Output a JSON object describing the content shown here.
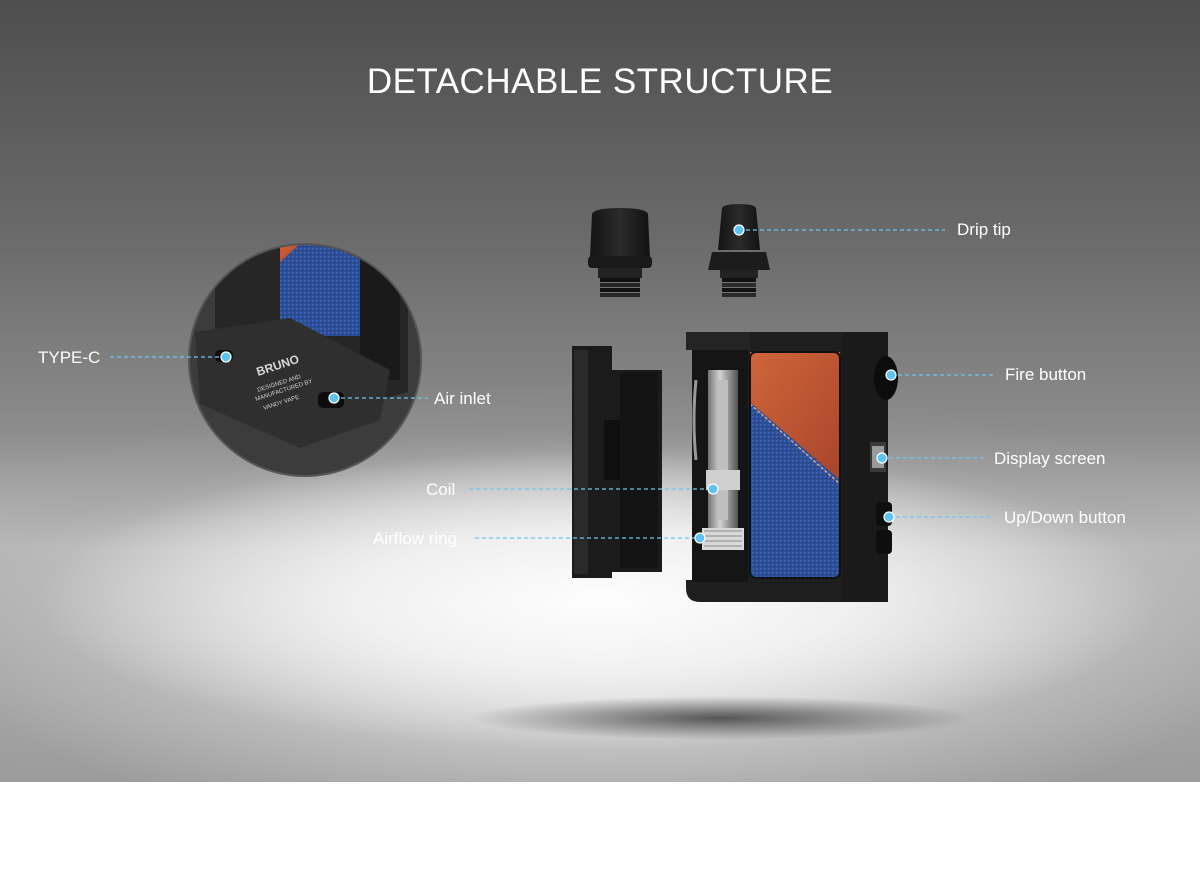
{
  "title": "DETACHABLE STRUCTURE",
  "callouts": {
    "drip_tip": "Drip tip",
    "fire_button": "Fire button",
    "display_screen": "Display screen",
    "up_down_button": "Up/Down button",
    "type_c": "TYPE-C",
    "air_inlet": "Air inlet",
    "coil": "Coil",
    "airflow_ring": "Airflow ring"
  },
  "bottom_marking": {
    "brand": "BRUNO",
    "line1": "DESIGNED AND",
    "line2": "MANUFACTURED BY",
    "line3": "VANDY VAPE"
  },
  "colors": {
    "callout_line": "#6fc6ee",
    "callout_dot": "#5ec3f0",
    "leather_orange": "#c6542f",
    "denim_blue": "#2d4d95",
    "body_dark": "#1e1e1e"
  }
}
